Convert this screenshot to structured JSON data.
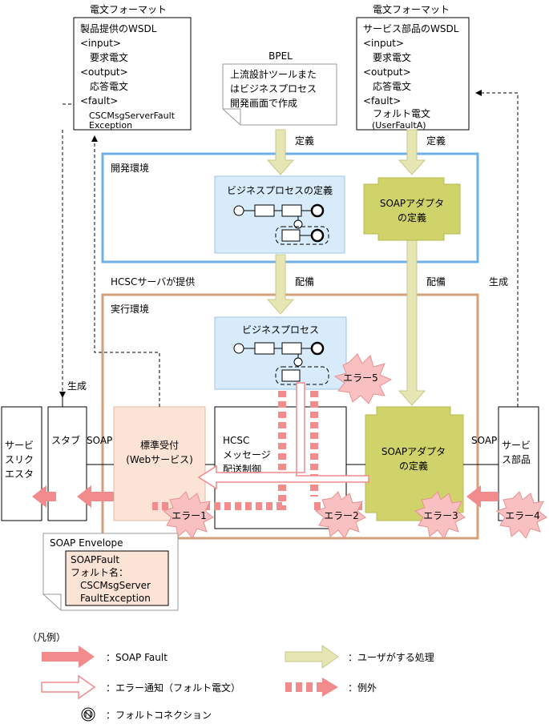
{
  "top_left_box": {
    "header": "電文フォーマット",
    "lines": [
      "製品提供のWSDL",
      "<input>",
      "　要求電文",
      "<output>",
      "　応答電文",
      "<fault>",
      "　CSCMsgServerFault",
      "　Exception"
    ]
  },
  "top_right_box": {
    "header": "電文フォーマット",
    "lines": [
      "サービス部品のWSDL",
      "<input>",
      "　要求電文",
      "<output>",
      "　応答電文",
      "<fault>",
      "　フォルト電文",
      "　(UserFaultA)"
    ]
  },
  "bpel_note": {
    "header": "BPEL",
    "lines": [
      "上流設計ツールまた",
      "はビジネスプロセス",
      "開発画面で作成"
    ]
  },
  "labels": {
    "define1": "定義",
    "define2": "定義",
    "deploy1": "配備",
    "deploy2": "配備",
    "generate_left": "生成",
    "generate_right": "生成",
    "hcsc_provides": "HCSCサーバが提供",
    "soap_left": "SOAP",
    "soap_right": "SOAP"
  },
  "dev_env": {
    "title": "開発環境",
    "bp_def": "ビジネスプロセスの定義",
    "adapter_def": [
      "SOAPアダプタ",
      "の定義"
    ]
  },
  "run_env": {
    "title": "実行環境",
    "bp": "ビジネスプロセス",
    "standard_receiver": [
      "標準受付",
      "(Webサービス)"
    ],
    "hcsc": [
      "HCSC",
      "メッセージ",
      "配送制御"
    ],
    "adapter": [
      "SOAPアダプタ",
      "の定義"
    ]
  },
  "outside": {
    "requester": [
      "サービ",
      "スリク",
      "エスタ"
    ],
    "stub": "スタブ",
    "service": [
      "サービ",
      "ス部品"
    ]
  },
  "errors": [
    "エラー1",
    "エラー2",
    "エラー3",
    "エラー4",
    "エラー5"
  ],
  "soap_envelope": {
    "title": "SOAP Envelope",
    "lines": [
      "SOAPFault",
      "フォルト名：",
      "　CSCMsgServer",
      "　FaultException"
    ]
  },
  "legend": {
    "title": "（凡例）",
    "soap_fault": "：SOAP Fault",
    "user_process": "：ユーザがする処理",
    "error_notice": "：エラー通知（フォルト電文）",
    "exception": "：例外",
    "fault_connection": "：フォルトコネクション"
  },
  "colors": {
    "soap_fault": "#f28b8b",
    "user_process": "#e6e6b4",
    "dev_border": "#6fb0e6",
    "run_border": "#d2a07a",
    "bp_fill": "#d7ebfa",
    "adapter_fill": "#cfd36a",
    "receiver_fill": "#fbe3d6",
    "error_fill": "#f8c0c0"
  }
}
